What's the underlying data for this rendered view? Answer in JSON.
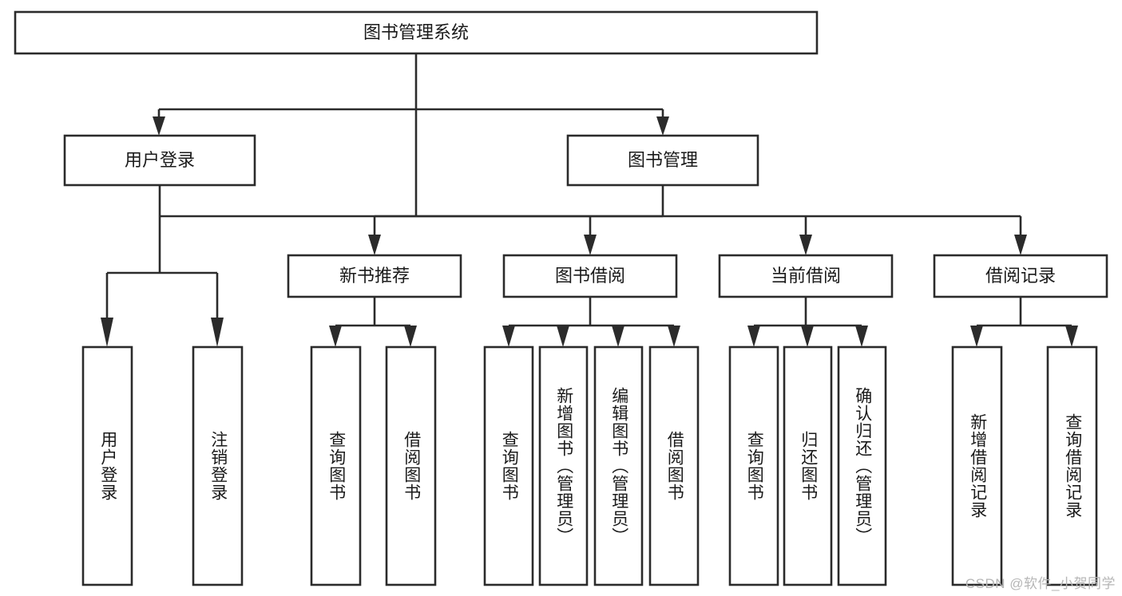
{
  "diagram": {
    "type": "tree-hierarchy",
    "title": "图书管理系统",
    "watermark": "CSDN @软件_小贺同学",
    "colors": {
      "stroke": "#2b2b2b",
      "fill": "#ffffff",
      "text": "#1a1a1a",
      "watermark": "#b6b6b6"
    },
    "root": {
      "label": "图书管理系统"
    },
    "level2": [
      {
        "label": "用户登录"
      },
      {
        "label": "图书管理"
      }
    ],
    "level3": [
      {
        "label": "新书推荐"
      },
      {
        "label": "图书借阅"
      },
      {
        "label": "当前借阅"
      },
      {
        "label": "借阅记录"
      }
    ],
    "leaves": {
      "user_login": [
        {
          "label": "用户登录"
        },
        {
          "label": "注销登录"
        }
      ],
      "new_book_recommend": [
        {
          "label": "查询图书"
        },
        {
          "label": "借阅图书"
        }
      ],
      "book_borrow": [
        {
          "label": "查询图书"
        },
        {
          "label": "新增图书（管理员）"
        },
        {
          "label": "编辑图书（管理员）"
        },
        {
          "label": "借阅图书"
        }
      ],
      "current_borrow": [
        {
          "label": "查询图书"
        },
        {
          "label": "归还图书"
        },
        {
          "label": "确认归还（管理员）"
        }
      ],
      "borrow_record": [
        {
          "label": "新增借阅记录"
        },
        {
          "label": "查询借阅记录"
        }
      ]
    }
  }
}
